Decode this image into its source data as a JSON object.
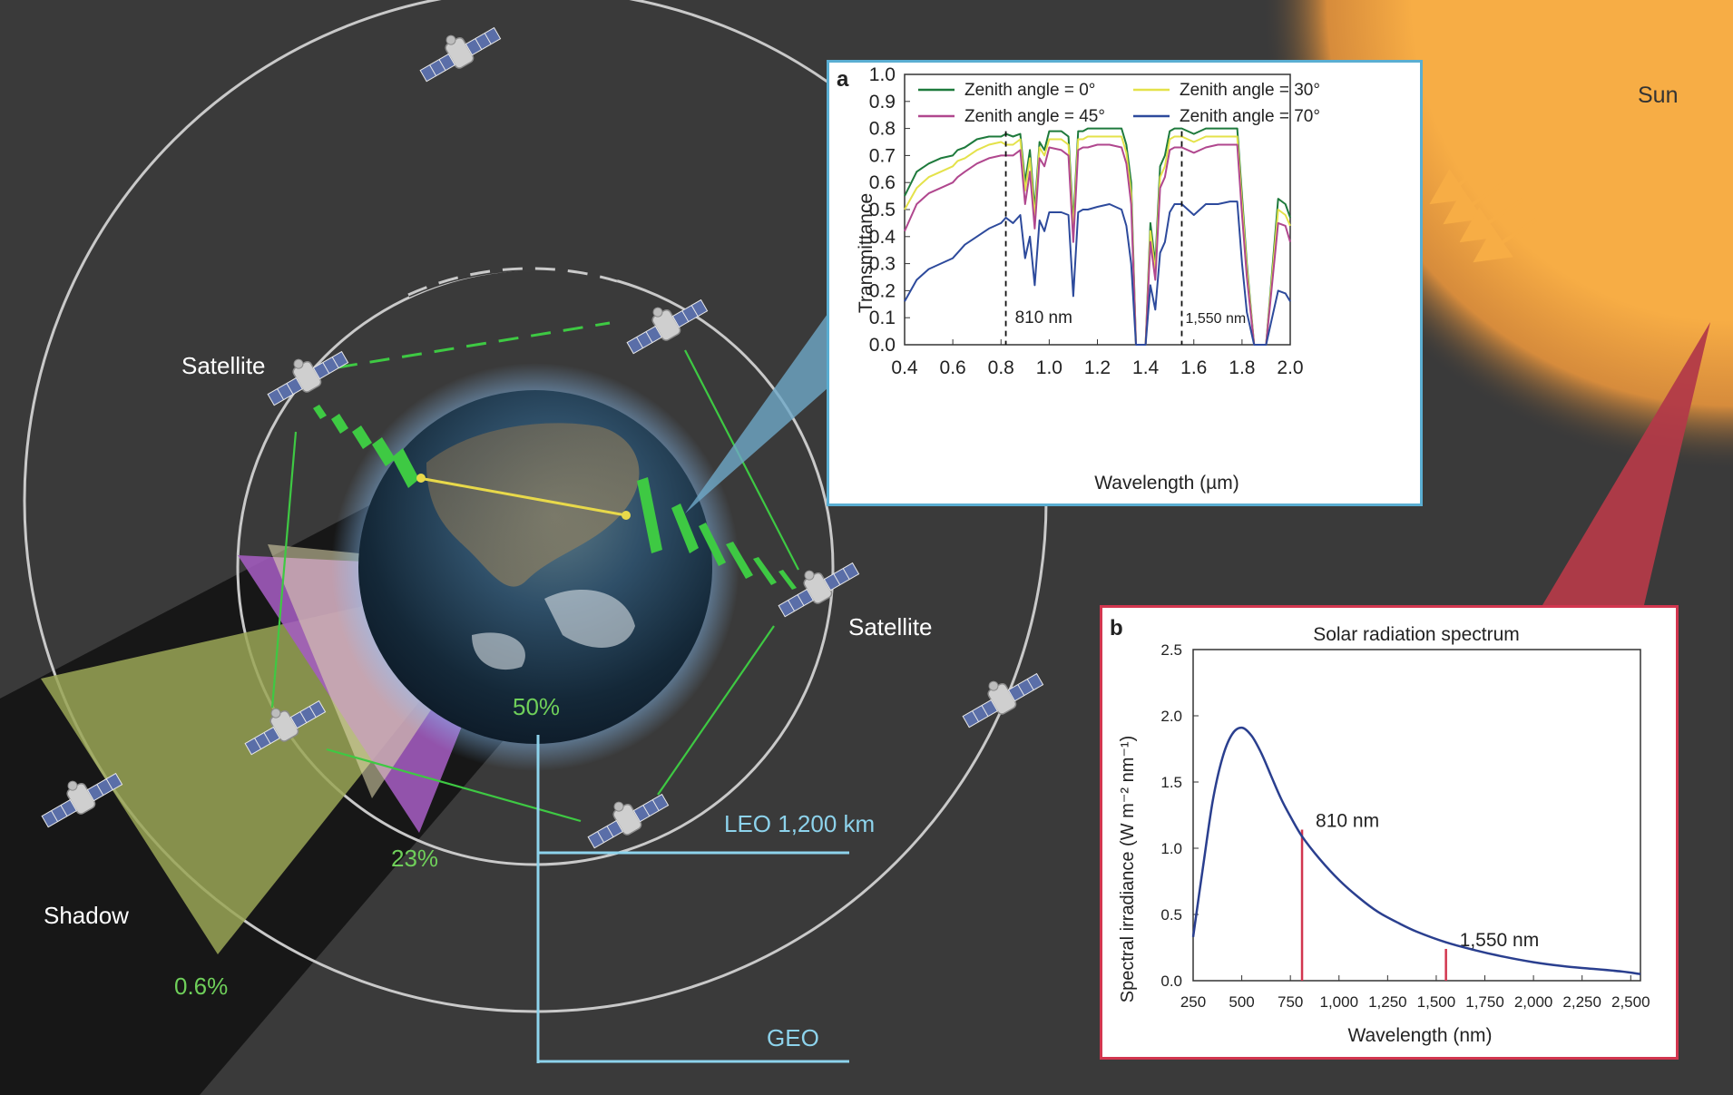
{
  "labels": {
    "sun": "Sun",
    "satellite_1": "Satellite",
    "satellite_2": "Satellite",
    "shadow": "Shadow",
    "leo": "LEO 1,200 km",
    "geo": "GEO",
    "pct_50": "50%",
    "pct_23": "23%",
    "pct_06": "0.6%"
  },
  "colors": {
    "background": "#3a3a3a",
    "sun": "#f7ad45",
    "orbit": "#c9c9c9",
    "link_green": "#3ec943",
    "beam_yellow": "#e8d94a",
    "cone_olive": "#9aa656",
    "cone_purple": "#a45cc0",
    "cone_pale": "#e4ddb0",
    "leader_blue": "#8dd3ec",
    "panel_a_border": "#5aaed2",
    "panel_b_border": "#d2364f",
    "pct_green": "#6fcf5a"
  },
  "panel_a": {
    "panel_label": "a",
    "chart_data": {
      "type": "line",
      "xlabel": "Wavelength (µm)",
      "ylabel": "Transmittance",
      "xlim": [
        0.4,
        2.0
      ],
      "ylim": [
        0.0,
        1.0
      ],
      "xticks": [
        "0.4",
        "0.6",
        "0.8",
        "1.0",
        "1.2",
        "1.4",
        "1.6",
        "1.8",
        "2.0"
      ],
      "yticks": [
        "0.0",
        "0.1",
        "0.2",
        "0.3",
        "0.4",
        "0.5",
        "0.6",
        "0.7",
        "0.8",
        "0.9",
        "1.0"
      ],
      "legend_position": "top",
      "markers": [
        {
          "x": 0.82,
          "label": "810 nm"
        },
        {
          "x": 1.55,
          "label": "1,550 nm"
        }
      ],
      "x": [
        0.4,
        0.45,
        0.5,
        0.55,
        0.6,
        0.62,
        0.65,
        0.7,
        0.75,
        0.8,
        0.82,
        0.85,
        0.88,
        0.9,
        0.92,
        0.94,
        0.96,
        0.98,
        1.0,
        1.05,
        1.08,
        1.1,
        1.12,
        1.14,
        1.16,
        1.2,
        1.25,
        1.3,
        1.32,
        1.34,
        1.36,
        1.38,
        1.4,
        1.42,
        1.44,
        1.46,
        1.48,
        1.5,
        1.52,
        1.55,
        1.6,
        1.65,
        1.7,
        1.75,
        1.78,
        1.8,
        1.82,
        1.85,
        1.9,
        1.95,
        1.98,
        2.0
      ],
      "series": [
        {
          "name": "Zenith angle = 0°",
          "color": "#1e7a3c",
          "values": [
            0.55,
            0.64,
            0.67,
            0.69,
            0.7,
            0.72,
            0.73,
            0.76,
            0.77,
            0.77,
            0.78,
            0.77,
            0.78,
            0.6,
            0.72,
            0.5,
            0.75,
            0.72,
            0.79,
            0.79,
            0.77,
            0.45,
            0.79,
            0.79,
            0.8,
            0.8,
            0.8,
            0.8,
            0.74,
            0.6,
            0.0,
            0.0,
            0.0,
            0.45,
            0.3,
            0.66,
            0.7,
            0.79,
            0.8,
            0.8,
            0.78,
            0.8,
            0.8,
            0.8,
            0.8,
            0.55,
            0.3,
            0.0,
            0.0,
            0.54,
            0.52,
            0.47
          ]
        },
        {
          "name": "Zenith angle = 30°",
          "color": "#e4e24a",
          "values": [
            0.5,
            0.58,
            0.62,
            0.64,
            0.66,
            0.68,
            0.69,
            0.72,
            0.74,
            0.75,
            0.74,
            0.74,
            0.76,
            0.57,
            0.69,
            0.47,
            0.73,
            0.7,
            0.76,
            0.76,
            0.74,
            0.42,
            0.76,
            0.76,
            0.77,
            0.77,
            0.77,
            0.77,
            0.71,
            0.56,
            0.0,
            0.0,
            0.0,
            0.42,
            0.27,
            0.62,
            0.66,
            0.76,
            0.77,
            0.77,
            0.75,
            0.77,
            0.77,
            0.77,
            0.77,
            0.52,
            0.28,
            0.0,
            0.0,
            0.5,
            0.48,
            0.44
          ]
        },
        {
          "name": "Zenith angle = 45°",
          "color": "#b0478e",
          "values": [
            0.42,
            0.52,
            0.56,
            0.58,
            0.6,
            0.62,
            0.64,
            0.67,
            0.69,
            0.7,
            0.7,
            0.7,
            0.72,
            0.52,
            0.64,
            0.43,
            0.69,
            0.66,
            0.73,
            0.72,
            0.7,
            0.38,
            0.72,
            0.73,
            0.73,
            0.74,
            0.74,
            0.73,
            0.67,
            0.52,
            0.0,
            0.0,
            0.0,
            0.38,
            0.24,
            0.58,
            0.62,
            0.72,
            0.73,
            0.73,
            0.71,
            0.73,
            0.74,
            0.74,
            0.74,
            0.48,
            0.25,
            0.0,
            0.0,
            0.45,
            0.44,
            0.38
          ]
        },
        {
          "name": "Zenith angle = 70°",
          "color": "#2d4a9c",
          "values": [
            0.16,
            0.24,
            0.28,
            0.3,
            0.32,
            0.34,
            0.37,
            0.4,
            0.43,
            0.45,
            0.47,
            0.45,
            0.48,
            0.32,
            0.4,
            0.22,
            0.46,
            0.42,
            0.49,
            0.49,
            0.48,
            0.18,
            0.49,
            0.5,
            0.5,
            0.51,
            0.52,
            0.5,
            0.44,
            0.3,
            0.0,
            0.0,
            0.0,
            0.22,
            0.13,
            0.34,
            0.38,
            0.49,
            0.52,
            0.52,
            0.48,
            0.52,
            0.52,
            0.53,
            0.53,
            0.3,
            0.12,
            0.0,
            0.0,
            0.2,
            0.19,
            0.16
          ]
        }
      ]
    }
  },
  "panel_b": {
    "panel_label": "b",
    "chart_data": {
      "type": "line",
      "title": "Solar radiation spectrum",
      "xlabel": "Wavelength (nm)",
      "ylabel": "Spectral irradiance (W m⁻² nm⁻¹)",
      "xlim": [
        250,
        2550
      ],
      "ylim": [
        0.0,
        2.5
      ],
      "xticks": [
        "250",
        "500",
        "750",
        "1,000",
        "1,250",
        "1,500",
        "1,750",
        "2,000",
        "2,250",
        "2,500"
      ],
      "yticks": [
        "0.0",
        "0.5",
        "1.0",
        "1.5",
        "2.0",
        "2.5"
      ],
      "x": [
        250,
        300,
        350,
        400,
        450,
        500,
        550,
        600,
        650,
        700,
        750,
        810,
        900,
        1000,
        1100,
        1200,
        1300,
        1400,
        1550,
        1700,
        1850,
        2000,
        2150,
        2300,
        2450,
        2550
      ],
      "series": [
        {
          "name": "",
          "color": "#2a3f8f",
          "values": [
            0.33,
            0.85,
            1.35,
            1.68,
            1.86,
            1.91,
            1.85,
            1.72,
            1.55,
            1.38,
            1.24,
            1.09,
            0.92,
            0.76,
            0.63,
            0.52,
            0.44,
            0.37,
            0.29,
            0.23,
            0.18,
            0.14,
            0.11,
            0.09,
            0.07,
            0.05
          ]
        }
      ],
      "markers": [
        {
          "x": 810,
          "value": 1.14,
          "label": "810 nm"
        },
        {
          "x": 1550,
          "value": 0.24,
          "label": "1,550 nm"
        }
      ]
    }
  }
}
